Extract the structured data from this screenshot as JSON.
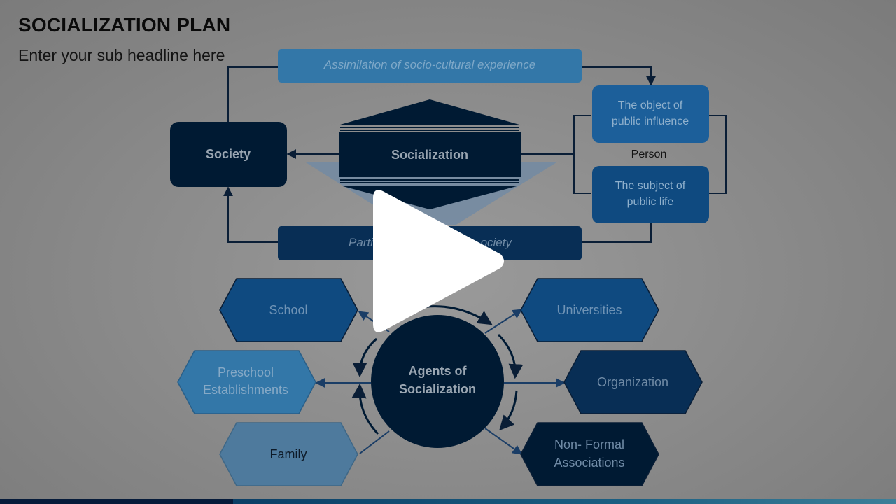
{
  "slide": {
    "title": "SOCIALIZATION PLAN",
    "subtitle": "Enter your sub headline here"
  },
  "top_diagram": {
    "assimilation_label": "Assimilation of socio-cultural experience",
    "participation_label": "Participation in society",
    "participation_visible": [
      "Parti",
      "ociety"
    ],
    "society_label": "Society",
    "socialization_label": "Socialization",
    "object_label": [
      "The object of",
      "public influence"
    ],
    "person_label": "Person",
    "subject_label": [
      "The subject of",
      "public life"
    ]
  },
  "agents_diagram": {
    "center_label": [
      "Agents of",
      "Socialization"
    ],
    "left_agents": [
      {
        "lines": [
          "School"
        ]
      },
      {
        "lines": [
          "Preschool",
          "Establishments"
        ]
      },
      {
        "lines": [
          "Family"
        ]
      }
    ],
    "right_agents": [
      {
        "lines": [
          "Universities"
        ]
      },
      {
        "lines": [
          "Organization"
        ]
      },
      {
        "lines": [
          "Non- Formal",
          "Associations"
        ]
      }
    ]
  },
  "video": {
    "play_icon": "play-icon"
  },
  "colors": {
    "dark_navy": "#001a33",
    "navy": "#082e55",
    "blue": "#0f4a80",
    "mid_blue": "#1c5f9a",
    "light_blue": "#3377a8",
    "steel": "#4e7a9d",
    "connector": "#0a1e36"
  }
}
